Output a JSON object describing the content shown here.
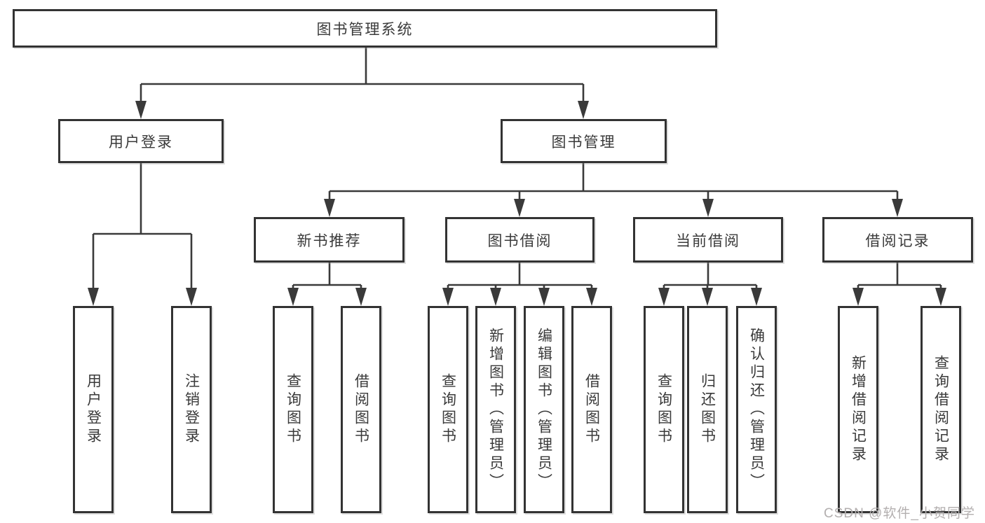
{
  "diagram": {
    "watermark": "CSDN @软件_小贺同学",
    "colors": {
      "line": "#3a3a3a",
      "box_border": "#333333",
      "text": "#3a3a3a",
      "background": "#ffffff",
      "watermark": "#b3afaf"
    },
    "tree": {
      "label": "图书管理系统",
      "children": [
        {
          "label": "用户登录",
          "children": [
            {
              "label": "用户登录"
            },
            {
              "label": "注销登录"
            }
          ]
        },
        {
          "label": "图书管理",
          "children": [
            {
              "label": "新书推荐",
              "children": [
                {
                  "label": "查询图书"
                },
                {
                  "label": "借阅图书"
                }
              ]
            },
            {
              "label": "图书借阅",
              "children": [
                {
                  "label": "查询图书"
                },
                {
                  "label": "新增图书（管理员）"
                },
                {
                  "label": "编辑图书（管理员）"
                },
                {
                  "label": "借阅图书"
                }
              ]
            },
            {
              "label": "当前借阅",
              "children": [
                {
                  "label": "查询图书"
                },
                {
                  "label": "归还图书"
                },
                {
                  "label": "确认归还（管理员）"
                }
              ]
            },
            {
              "label": "借阅记录",
              "children": [
                {
                  "label": "新增借阅记录"
                },
                {
                  "label": "查询借阅记录"
                }
              ]
            }
          ]
        }
      ]
    }
  }
}
